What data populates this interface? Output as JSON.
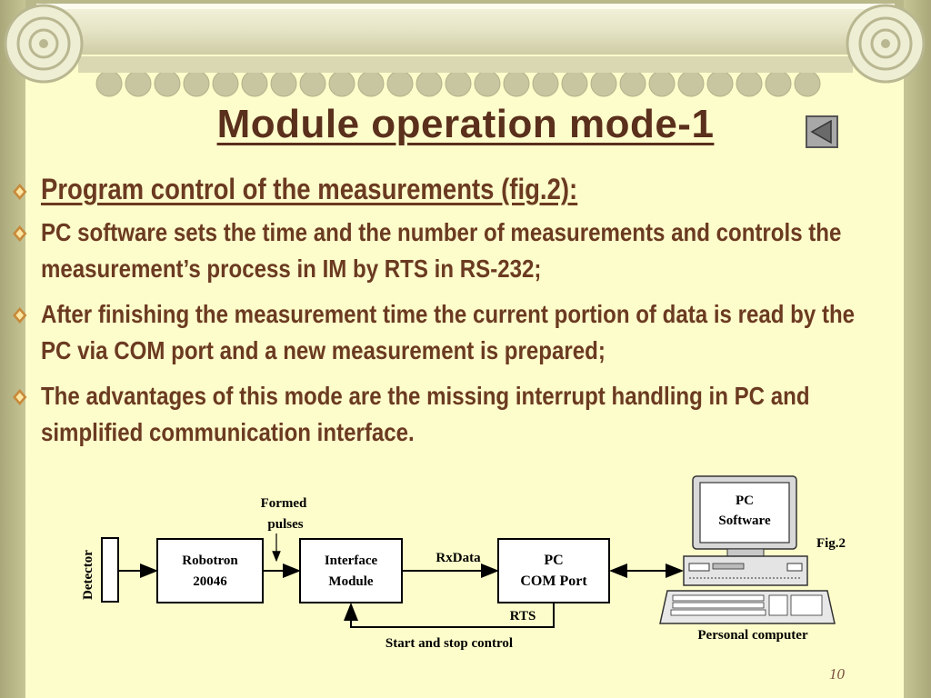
{
  "slide": {
    "title": "Module operation mode-1",
    "page_number": "10"
  },
  "bullets": [
    "Program control of the measurements (fig.2):",
    "PC software sets the time and the number of measurements and controls the measurement’s process in IM by RTS in RS-232;",
    "After finishing the measurement time the current portion of data is read by the PC via COM port and a new measurement is prepared;",
    "The advantages of this mode are the missing interrupt handling in PC and simplified communication interface."
  ],
  "diagram": {
    "detector": "Detector",
    "formed_pulses_1": "Formed",
    "formed_pulses_2": "pulses",
    "robotron_1": "Robotron",
    "robotron_2": "20046",
    "interface_1": "Interface",
    "interface_2": "Module",
    "rxdata": "RxData",
    "pc_com_1": "PC",
    "pc_com_2": "COM Port",
    "rts": "RTS",
    "start_stop": "Start and stop control",
    "pc_software_1": "PC",
    "pc_software_2": "Software",
    "fig_label": "Fig.2",
    "personal_computer": "Personal computer"
  }
}
